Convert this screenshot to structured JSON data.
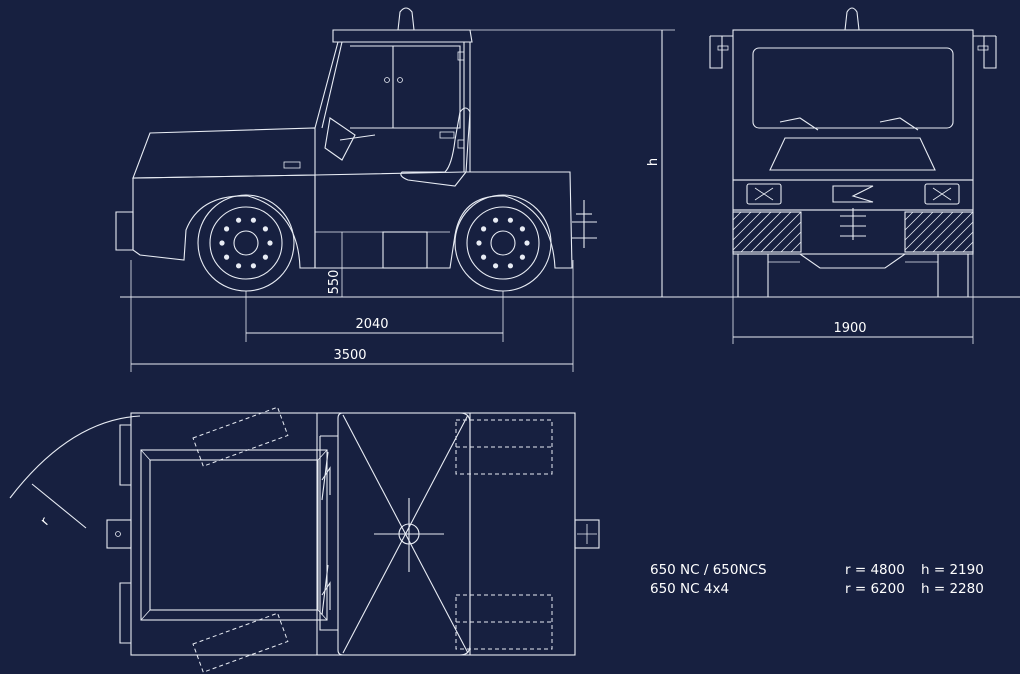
{
  "dimensions": {
    "length": "3500",
    "wheelbase": "2040",
    "ground_clearance": "550",
    "width": "1900",
    "height_symbol": "h",
    "radius_symbol": "r"
  },
  "specs": [
    {
      "model": "650 NC / 650NCS",
      "r": "r = 4800",
      "h": "h = 2190"
    },
    {
      "model": "650 NC 4x4",
      "r": "r = 6200",
      "h": "h = 2280"
    }
  ],
  "colors": {
    "background": "#172040",
    "line": "#e8ecf4"
  }
}
